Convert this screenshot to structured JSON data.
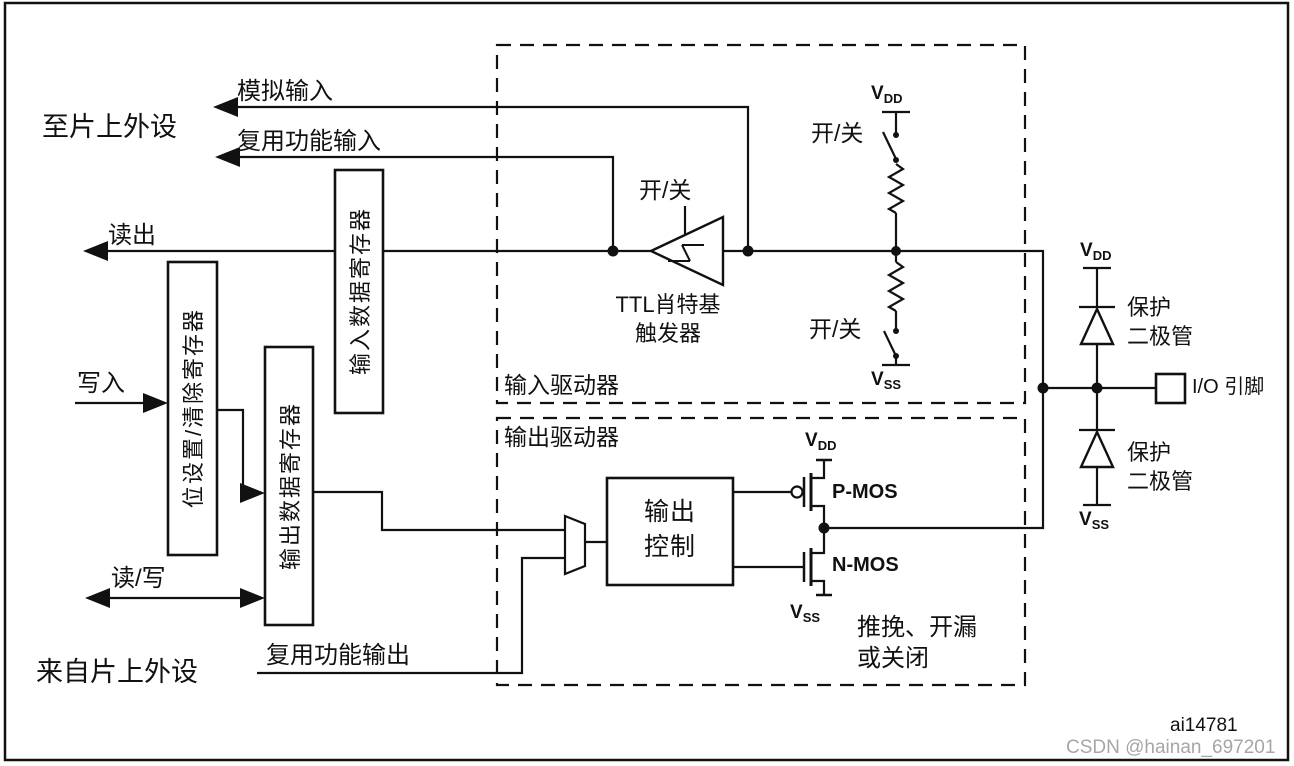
{
  "diagram": {
    "side_labels": {
      "to_peripherals": "至片上外设",
      "from_peripherals": "来自片上外设"
    },
    "signals": {
      "analog_input": "模拟输入",
      "af_input": "复用功能输入",
      "read_out": "读出",
      "write_in": "写入",
      "read_write": "读/写",
      "af_output": "复用功能输出"
    },
    "registers": {
      "bit_set_reset": "位设置/清除寄存器",
      "output_data": "输出数据寄存器",
      "input_data": "输入数据寄存器"
    },
    "drivers": {
      "input": "输入驱动器",
      "output": "输出驱动器"
    },
    "schmitt": {
      "name_line1": "TTL肖特基",
      "name_line2": "触发器"
    },
    "on_off": "开/关",
    "output_control": {
      "line1": "输出",
      "line2": "控制"
    },
    "transistors": {
      "pmos": "P-MOS",
      "nmos": "N-MOS"
    },
    "drive_modes": {
      "line1": "推挽、开漏",
      "line2": "或关闭"
    },
    "protection_diode": {
      "line1": "保护",
      "line2": "二极管"
    },
    "power": {
      "v": "V",
      "dd": "DD",
      "ss": "SS"
    },
    "io_pin": "I/O 引脚",
    "figure_id": "ai14781",
    "watermark": "CSDN @hainan_697201",
    "colors": {
      "line": "#111111",
      "watermark": "#a6a6a6",
      "background": "#ffffff"
    }
  }
}
